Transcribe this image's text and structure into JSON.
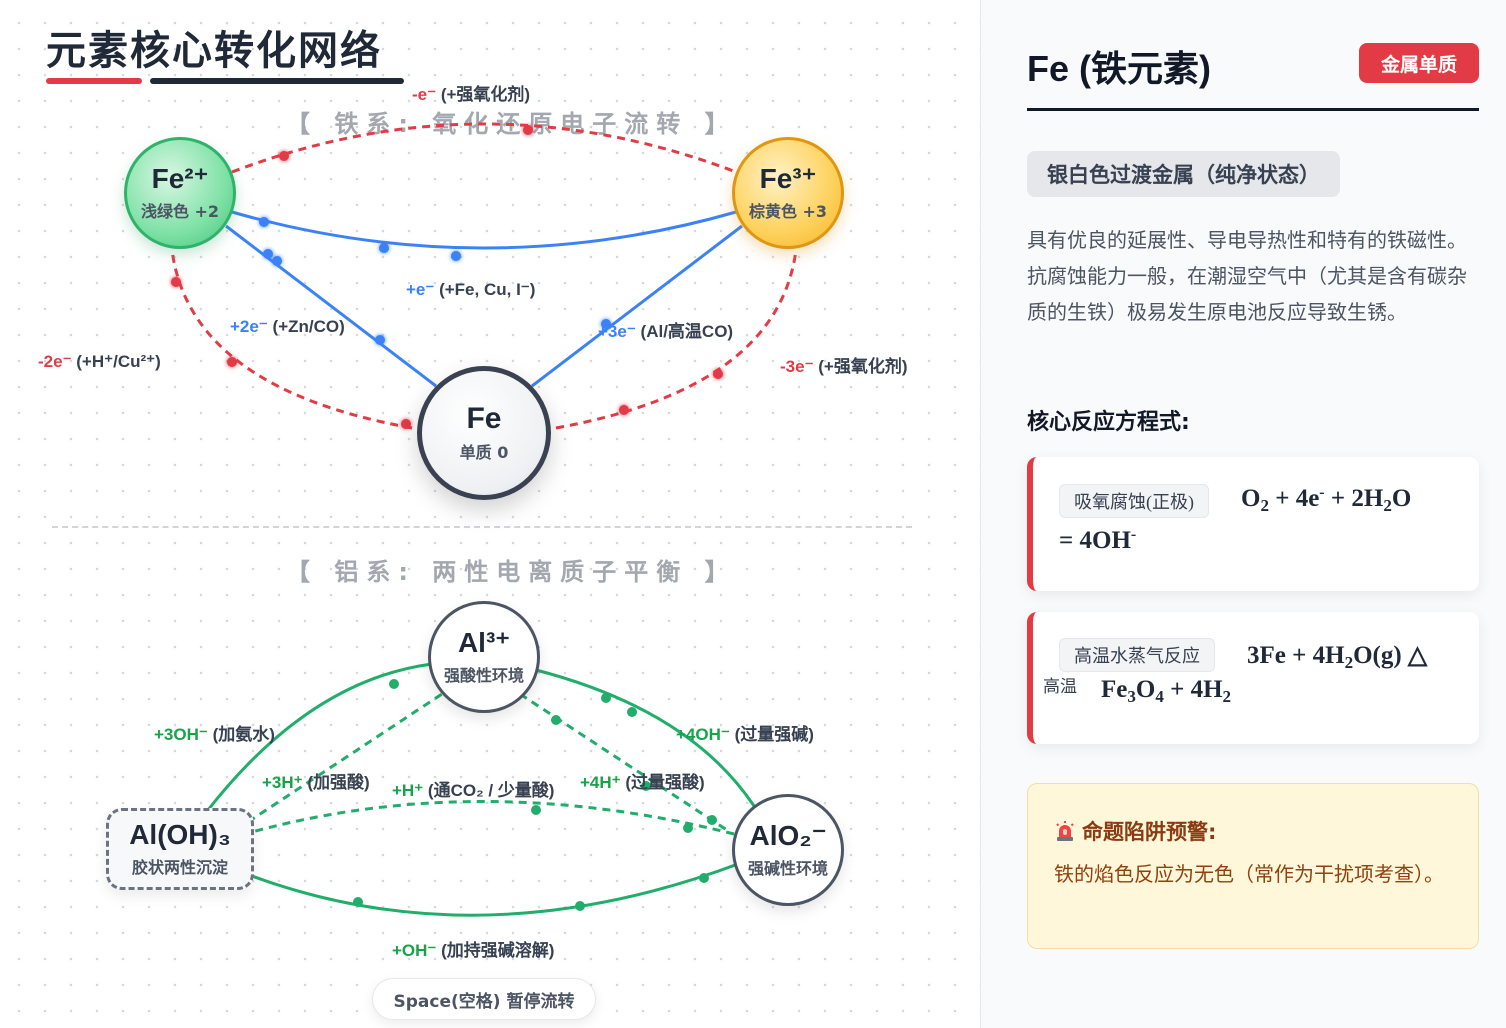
{
  "title": "元素核心转化网络",
  "sections": {
    "iron": "【 铁系: 氧化还原电子流转 】",
    "aluminum": "【 铝系: 两性电离质子平衡 】"
  },
  "nodes": {
    "fe2": {
      "name": "Fe²⁺",
      "sub": "浅绿色 +2"
    },
    "fe3": {
      "name": "Fe³⁺",
      "sub": "棕黄色 +3"
    },
    "fe": {
      "name": "Fe",
      "sub": "单质 0"
    },
    "al3": {
      "name": "Al³⁺",
      "sub": "强酸性环境"
    },
    "aloh3": {
      "name": "Al(OH)₃",
      "sub": "胶状两性沉淀"
    },
    "alo2": {
      "name": "AlO₂⁻",
      "sub": "强碱性环境"
    }
  },
  "edges": {
    "fe2_fe3_top": {
      "tag": "-e⁻",
      "text": " (+强氧化剂)"
    },
    "fe3_fe2": {
      "tag": "+e⁻",
      "text": " (+Fe, Cu, I⁻)"
    },
    "fe2_fe_reduce": {
      "tag": "+2e⁻",
      "text": " (+Zn/CO)"
    },
    "fe3_fe_reduce": {
      "tag": "+3e⁻",
      "text": " (Al/高温CO)"
    },
    "fe_fe2_oxid": {
      "tag": "-2e⁻",
      "text": " (+H⁺/Cu²⁺)"
    },
    "fe_fe3_oxid": {
      "tag": "-3e⁻",
      "text": " (+强氧化剂)"
    },
    "al3_aloh3": {
      "tag": "+3OH⁻",
      "text": " (加氨水)"
    },
    "aloh3_al3": {
      "tag": "+3H⁺",
      "text": " (加强酸)"
    },
    "al3_alo2": {
      "tag": "+4OH⁻",
      "text": " (过量强碱)"
    },
    "alo2_al3": {
      "tag": "+4H⁺",
      "text": " (过量强酸)"
    },
    "alo2_aloh3": {
      "tag": "+H⁺",
      "text": " (通CO₂ / 少量酸)"
    },
    "aloh3_alo2": {
      "tag": "+OH⁻",
      "text": " (加持强碱溶解)"
    }
  },
  "pause_hint": "Space(空格) 暂停流转",
  "info": {
    "title": "Fe (铁元素)",
    "badge": "金属单质",
    "subtitle": "银白色过渡金属（纯净状态）",
    "description": "具有优良的延展性、导电导热性和特有的铁磁性。抗腐蚀能力一般，在潮湿空气中（尤其是含有碳杂质的生铁）极易发生原电池反应导致生锈。",
    "equations_heading": "核心反应方程式:",
    "equations": [
      {
        "tag": "吸氧腐蚀(正极)"
      },
      {
        "tag": "高温水蒸气反应",
        "condition": "高温"
      }
    ],
    "warning": {
      "title": "命题陷阱预警:",
      "text": "铁的焰色反应为无色（常作为干扰项考查）。"
    }
  },
  "colors": {
    "oxidation": "#e23b46",
    "reduction": "#3b82f6",
    "aluminum": "#21ad6b"
  }
}
